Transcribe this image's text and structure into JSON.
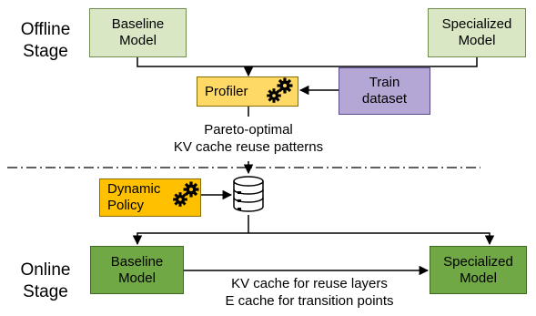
{
  "offline_stage": {
    "label": "Offline\nStage"
  },
  "online_stage": {
    "label": "Online\nStage"
  },
  "offline": {
    "baseline_model": "Baseline\nModel",
    "specialized_model": "Specialized\nModel",
    "profiler": "Profiler",
    "train_dataset": "Train\ndataset",
    "profiler_output": "Pareto-optimal\nKV cache reuse patterns"
  },
  "online": {
    "dynamic_policy": "Dynamic\nPolicy",
    "baseline_model": "Baseline\nModel",
    "specialized_model": "Specialized\nModel",
    "transfer_label": "KV cache for reuse layers\nE cache for transition points"
  },
  "colors": {
    "light_green": "#d9e7c5",
    "green": "#70a846",
    "orange": "#ffc000",
    "purple": "#b4a7d6",
    "border": "#444444",
    "arrow": "#000000"
  },
  "icons": [
    "gears-icon",
    "database-icon"
  ]
}
